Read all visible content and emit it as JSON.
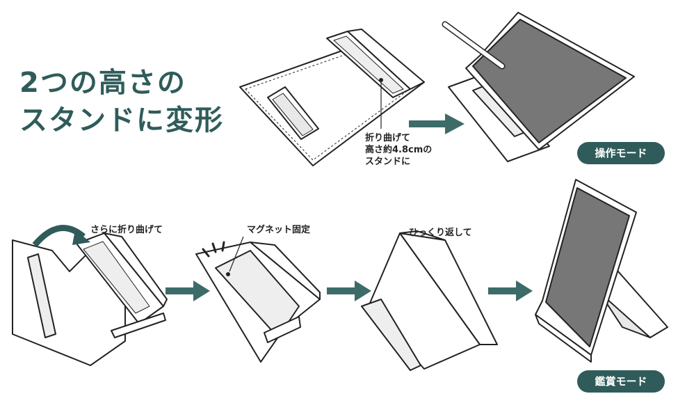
{
  "headline": {
    "line1": "2つの高さの",
    "line2": "スタンドに変形"
  },
  "callouts": {
    "fold_note_line1": "折り曲げて",
    "fold_note_line2": "高さ約4.8cmの",
    "fold_note_line3": "スタンドに",
    "fold_more": "さらに折り曲げて",
    "magnet": "マグネット固定",
    "flip": "ひっくり返して"
  },
  "modes": {
    "operation": "操作モード",
    "viewing": "鑑賞モード"
  },
  "colors": {
    "accent": "#2f5c5a",
    "arrow": "#3d6b69",
    "screen": "#7a7a7a",
    "outline": "#222222"
  }
}
